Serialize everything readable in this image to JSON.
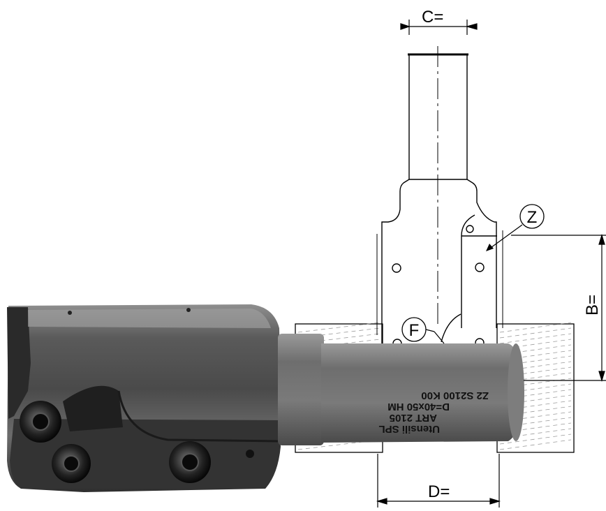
{
  "dimensions": {
    "c": "C=",
    "b": "B=",
    "d": "D="
  },
  "callouts": {
    "z": "Z",
    "f": "F"
  },
  "engraving": {
    "line1": "Utensili SPL",
    "line2": "ART 2105",
    "line3": "D=40x50 HM",
    "line4": "Z2 S2100 K00"
  },
  "icons": {
    "arrow": "arrow-head-icon",
    "screw": "hex-socket-screw-icon"
  },
  "colors": {
    "line": "#000000",
    "workpiece_hatch": "#9a9a9a",
    "tool_dark": "#3a3a3a",
    "tool_mid": "#6b6b6b",
    "tool_light": "#8c8c8c",
    "engraving": "#111111"
  }
}
